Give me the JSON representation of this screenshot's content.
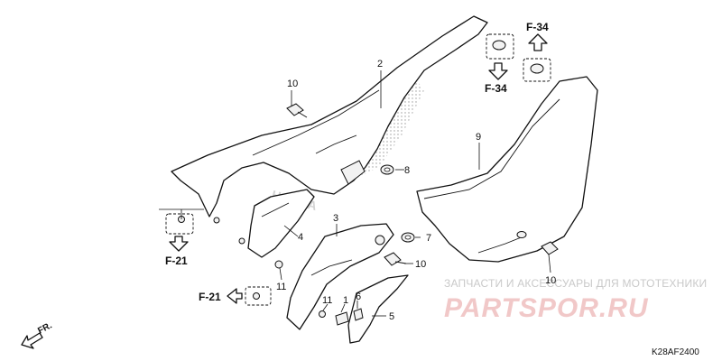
{
  "callouts": {
    "c1": "1",
    "c2": "2",
    "c3": "3",
    "c4": "4",
    "c5": "5",
    "c6": "6",
    "c8": "8",
    "c9": "9",
    "c7": "7",
    "c10a": "10",
    "c10b": "10",
    "c10c": "10",
    "c11a": "11",
    "c11b": "11"
  },
  "refs": {
    "f34_top": "F-34",
    "f34_mid": "F-34",
    "f21_left": "F-21",
    "f21_bottom": "F-21"
  },
  "direction_label": "FR.",
  "diagram_code": "K28AF2400",
  "watermark": {
    "line1": "ЗАПЧАСТИ И АКСЕССУАРЫ ДЛЯ МОТОТЕХНИКИ",
    "brand": "PARTSPOR.RU"
  },
  "logo_text": "HONDA",
  "colors": {
    "ink": "#111111",
    "watermark_red": "#f1c8c8",
    "watermark_gray": "#c9c9c9"
  }
}
